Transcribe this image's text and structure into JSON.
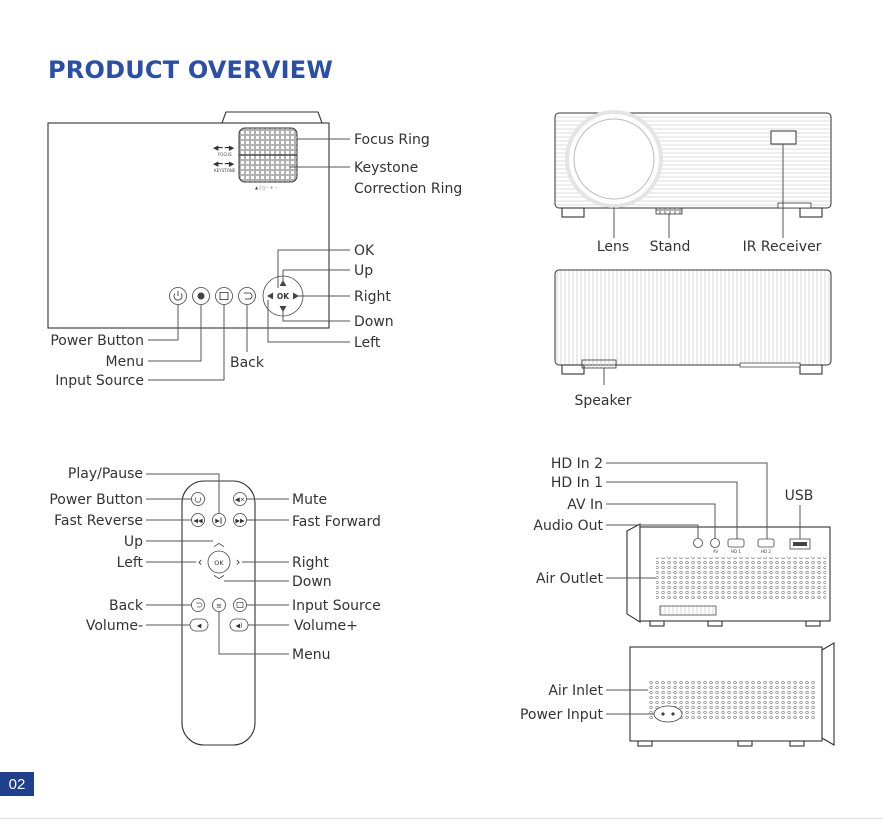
{
  "page": {
    "title": "PRODUCT OVERVIEW",
    "page_number": "02"
  },
  "top_panel": {
    "focus_label": "FOCUS",
    "keystone_label": "KEYSTONE",
    "callouts": {
      "focus_ring": "Focus Ring",
      "keystone_line1": "Keystone",
      "keystone_line2": "Correction Ring",
      "ok": "OK",
      "up": "Up",
      "right": "Right",
      "down": "Down",
      "left": "Left",
      "power_button": "Power Button",
      "menu": "Menu",
      "back": "Back",
      "input_source": "Input Source"
    },
    "ok_key": "OK"
  },
  "front_view": {
    "lens": "Lens",
    "stand": "Stand",
    "ir_receiver": "IR Receiver"
  },
  "rear_view": {
    "speaker": "Speaker"
  },
  "remote": {
    "ok_key": "OK",
    "callouts": {
      "play_pause": "Play/Pause",
      "power_button": "Power Button",
      "fast_reverse": "Fast Reverse",
      "up": "Up",
      "left": "Left",
      "back": "Back",
      "volume_minus": "Volume-",
      "mute": "Mute",
      "fast_forward": "Fast Forward",
      "right": "Right",
      "down": "Down",
      "input_source": "Input Source",
      "volume_plus": "Volume+",
      "menu": "Menu"
    }
  },
  "side_view": {
    "callouts": {
      "hd_in_2": "HD In 2",
      "hd_in_1": "HD In 1",
      "av_in": "AV In",
      "audio_out": "Audio Out",
      "usb": "USB",
      "air_outlet": "Air Outlet"
    },
    "port_labels": {
      "av": "AV",
      "hd1": "HD 1",
      "hd2": "HD 2"
    }
  },
  "other_side_view": {
    "callouts": {
      "air_inlet": "Air Inlet",
      "power_input": "Power Input"
    }
  }
}
